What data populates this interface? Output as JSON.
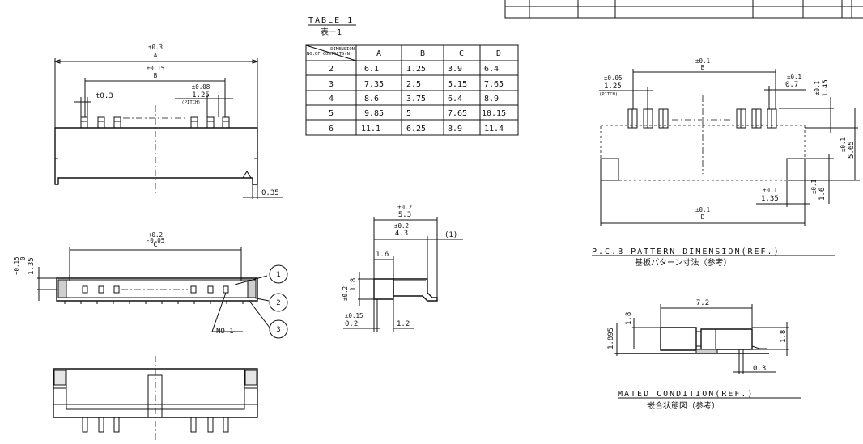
{
  "table": {
    "title": "TABLE 1",
    "subtitle": "表－1",
    "corner_top": "DIMENSION",
    "corner_bottom": "NO.OF CONTACTS(N)",
    "columns": [
      "A",
      "B",
      "C",
      "D"
    ],
    "rows": [
      {
        "n": "2",
        "a": "6.1",
        "b": "1.25",
        "c": "3.9",
        "d": "6.4"
      },
      {
        "n": "3",
        "a": "7.35",
        "b": "2.5",
        "c": "5.15",
        "d": "7.65"
      },
      {
        "n": "4",
        "a": "8.6",
        "b": "3.75",
        "c": "6.4",
        "d": "8.9"
      },
      {
        "n": "5",
        "a": "9.85",
        "b": "5",
        "c": "7.65",
        "d": "10.15"
      },
      {
        "n": "6",
        "a": "11.1",
        "b": "6.25",
        "c": "8.9",
        "d": "11.4"
      }
    ]
  },
  "front_view": {
    "a_tol": "±0.3",
    "a_label": "A",
    "b_tol": "±0.15",
    "b_label": "B",
    "t_label": "t0.3",
    "pitch_tol": "±0.08",
    "pitch_val": "1.25",
    "pitch_label": "(PITCH)",
    "right_dim": "0.35"
  },
  "top_view": {
    "c_tol_top": "+0.2",
    "c_tol_bot": "-0.05",
    "c_label": "C",
    "h_tol_top": "+0.15",
    "h_tol_bot": "0",
    "h_val": "1.35",
    "no1": "NO.1",
    "callouts": [
      "1",
      "2",
      "3"
    ]
  },
  "side_view": {
    "w1_tol": "±0.2",
    "w1_val": "5.3",
    "w2_tol": "±0.2",
    "w2_val": "4.3",
    "w3_val": "(1)",
    "w4_val": "1.6",
    "h_tol": "±0.2",
    "h_val": "1.8",
    "b1_tol": "±0.15",
    "b1_val": "0.2",
    "b2_val": "1.2"
  },
  "pcb": {
    "b_tol": "±0.1",
    "b_label": "B",
    "pitch_tol": "±0.05",
    "pitch_val": "1.25",
    "pitch_label": "(PITCH)",
    "w07_tol": "±0.1",
    "w07_val": "0.7",
    "v145_tol": "±0.1",
    "v145_val": "1.45",
    "v565_tol": "±0.1",
    "v565_val": "5.65",
    "w135_tol": "±0.1",
    "w135_val": "1.35",
    "v16_tol": "±0.1",
    "v16_val": "1.6",
    "d_tol": "±0.1",
    "d_label": "D",
    "caption_en": "P.C.B PATTERN DIMENSION(REF.)",
    "caption_jp": "基板パターン寸法（参考）"
  },
  "mated": {
    "w_val": "7.2",
    "h1_val": "1.8",
    "h2_val": "1.895",
    "h3_val": "1.8",
    "b_val": "0.3",
    "caption_en": "MATED CONDITION(REF.)",
    "caption_jp": "嵌合状態図（参考）"
  }
}
